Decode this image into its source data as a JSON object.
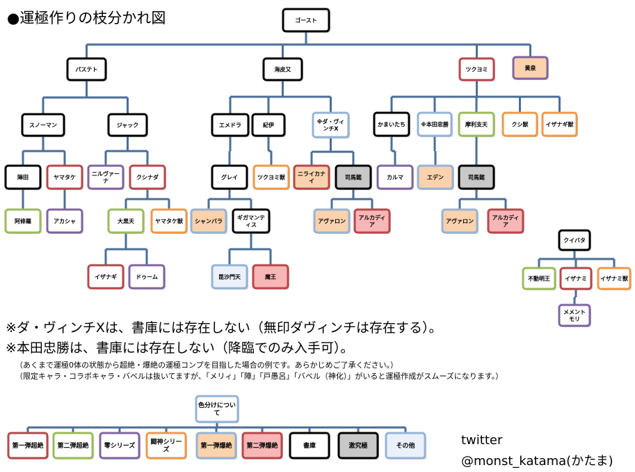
{
  "title": "●運極作りの枝分かれ図",
  "colors": {
    "line": "#4a6e98",
    "black": "#000000",
    "red": "#b8474b",
    "green": "#9bbb59",
    "purple": "#8064a2",
    "orange": "#f09848",
    "lightblue": "#95b3d7",
    "fill_white": "#ffffff",
    "fill_peach": "#fad2ad",
    "fill_pink": "#f8b6b6",
    "fill_gray": "#c8c8c8",
    "fill_ice": "#eaf1fb"
  },
  "nodes": [
    {
      "id": "ghost",
      "label": "ゴースト",
      "border": "black",
      "fill": "fill_white"
    },
    {
      "id": "pastet",
      "label": "パステト",
      "border": "black",
      "fill": "fill_white"
    },
    {
      "id": "umi",
      "label": "海皮又",
      "border": "black",
      "fill": "fill_white"
    },
    {
      "id": "tsukuyomi",
      "label": "ツクヨミ",
      "border": "red",
      "fill": "fill_white"
    },
    {
      "id": "oukou",
      "label": "黄泉",
      "border": "purple",
      "fill": "fill_peach"
    },
    {
      "id": "snowman",
      "label": "スノーマン",
      "border": "black",
      "fill": "fill_white"
    },
    {
      "id": "jack",
      "label": "ジャック",
      "border": "black",
      "fill": "fill_white"
    },
    {
      "id": "emedora",
      "label": "エメドラ",
      "border": "black",
      "fill": "fill_white"
    },
    {
      "id": "kii",
      "label": "紀伊",
      "border": "black",
      "fill": "fill_white"
    },
    {
      "id": "davinci",
      "label": "※ダ・ヴィンチX",
      "border": "lightblue",
      "fill": "fill_white"
    },
    {
      "id": "kamaitachi",
      "label": "かまいたち",
      "border": "black",
      "fill": "fill_white"
    },
    {
      "id": "honda",
      "label": "※本田忠勝",
      "border": "lightblue",
      "fill": "fill_white"
    },
    {
      "id": "marishiten",
      "label": "摩利支天",
      "border": "green",
      "fill": "fill_white"
    },
    {
      "id": "kushi",
      "label": "クシ獣",
      "border": "orange",
      "fill": "fill_white"
    },
    {
      "id": "izanagi_j",
      "label": "イザナギ獣",
      "border": "orange",
      "fill": "fill_white"
    },
    {
      "id": "jinden",
      "label": "陣田",
      "border": "black",
      "fill": "fill_white"
    },
    {
      "id": "yamatake",
      "label": "ヤマタケ",
      "border": "red",
      "fill": "fill_white"
    },
    {
      "id": "nirvana",
      "label": "ニルヴァーナ",
      "border": "purple",
      "fill": "fill_white"
    },
    {
      "id": "kushinada",
      "label": "クシナダ",
      "border": "red",
      "fill": "fill_white"
    },
    {
      "id": "grey",
      "label": "グレイ",
      "border": "black",
      "fill": "fill_white"
    },
    {
      "id": "tsukuyomi_j",
      "label": "ツクヨミ獣",
      "border": "orange",
      "fill": "fill_white"
    },
    {
      "id": "niraikanai",
      "label": "ニライカナイ",
      "border": "red",
      "fill": "fill_peach"
    },
    {
      "id": "shiba1",
      "label": "司馬懿",
      "border": "black",
      "fill": "fill_gray"
    },
    {
      "id": "karuma",
      "label": "カルマ",
      "border": "purple",
      "fill": "fill_white"
    },
    {
      "id": "eden",
      "label": "エデン",
      "border": "lightblue",
      "fill": "fill_peach"
    },
    {
      "id": "shiba2",
      "label": "司馬懿",
      "border": "black",
      "fill": "fill_gray"
    },
    {
      "id": "ashura",
      "label": "阿修羅",
      "border": "green",
      "fill": "fill_white"
    },
    {
      "id": "akasha",
      "label": "アカシャ",
      "border": "purple",
      "fill": "fill_white"
    },
    {
      "id": "daikokuten",
      "label": "大黒天",
      "border": "green",
      "fill": "fill_white"
    },
    {
      "id": "yamatake_j",
      "label": "ヤマタケ獣",
      "border": "orange",
      "fill": "fill_white"
    },
    {
      "id": "shambhala",
      "label": "シャンバラ",
      "border": "lightblue",
      "fill": "fill_peach"
    },
    {
      "id": "gigamantis",
      "label": "ギガマンティス",
      "border": "black",
      "fill": "fill_white"
    },
    {
      "id": "avalon1",
      "label": "アヴァロン",
      "border": "lightblue",
      "fill": "fill_peach"
    },
    {
      "id": "arcadia1",
      "label": "アルカディア",
      "border": "red",
      "fill": "fill_pink"
    },
    {
      "id": "avalon2",
      "label": "アヴァロン",
      "border": "lightblue",
      "fill": "fill_peach"
    },
    {
      "id": "arcadia2",
      "label": "アルカディア",
      "border": "red",
      "fill": "fill_pink"
    },
    {
      "id": "izanagi",
      "label": "イザナギ",
      "border": "red",
      "fill": "fill_white"
    },
    {
      "id": "doom",
      "label": "ドゥーム",
      "border": "purple",
      "fill": "fill_white"
    },
    {
      "id": "bishamon",
      "label": "毘沙門天",
      "border": "lightblue",
      "fill": "fill_ice"
    },
    {
      "id": "maou",
      "label": "魔王",
      "border": "red",
      "fill": "fill_pink"
    },
    {
      "id": "kuibata",
      "label": "クイバタ",
      "border": "black",
      "fill": "fill_white"
    },
    {
      "id": "fudou",
      "label": "不動明王",
      "border": "green",
      "fill": "fill_white"
    },
    {
      "id": "izanami",
      "label": "イザナミ",
      "border": "red",
      "fill": "fill_white"
    },
    {
      "id": "izanami_j",
      "label": "イザナミ獣",
      "border": "orange",
      "fill": "fill_white"
    },
    {
      "id": "mentori",
      "label": "メメントモリ",
      "border": "purple",
      "fill": "fill_white"
    }
  ],
  "edges": [
    [
      "ghost",
      [
        "pastet",
        "umi",
        "tsukuyomi",
        "oukou"
      ]
    ],
    [
      "pastet",
      [
        "snowman",
        "jack"
      ]
    ],
    [
      "umi",
      [
        "emedora",
        "kii",
        "davinci"
      ]
    ],
    [
      "tsukuyomi",
      [
        "kamaitachi",
        "honda",
        "marishiten",
        "kushi",
        "izanagi_j"
      ]
    ],
    [
      "snowman",
      [
        "jinden",
        "yamatake"
      ]
    ],
    [
      "jack",
      [
        "nirvana",
        "kushinada"
      ]
    ],
    [
      "emedora",
      [
        "grey"
      ]
    ],
    [
      "kii",
      [
        "tsukuyomi_j"
      ]
    ],
    [
      "davinci",
      [
        "niraikanai",
        "shiba1"
      ]
    ],
    [
      "kamaitachi",
      [
        "karuma"
      ]
    ],
    [
      "honda",
      [
        "eden"
      ]
    ],
    [
      "marishiten",
      [
        "shiba2"
      ]
    ],
    [
      "jinden",
      [
        "ashura"
      ]
    ],
    [
      "yamatake",
      [
        "akasha"
      ]
    ],
    [
      "kushinada",
      [
        "daikokuten",
        "yamatake_j"
      ]
    ],
    [
      "grey",
      [
        "shambhala",
        "gigamantis"
      ]
    ],
    [
      "shiba1",
      [
        "avalon1",
        "arcadia1"
      ]
    ],
    [
      "shiba2",
      [
        "avalon2",
        "arcadia2"
      ]
    ],
    [
      "daikokuten",
      [
        "izanagi",
        "doom"
      ]
    ],
    [
      "gigamantis",
      [
        "bishamon",
        "maou"
      ]
    ],
    [
      "kuibata",
      [
        "fudou",
        "izanami",
        "izanami_j"
      ]
    ],
    [
      "izanami",
      [
        "mentori"
      ]
    ]
  ],
  "notes": [
    "※ダ・ヴィンチXは、書庫には存在しない（無印ダヴィンチは存在する）。",
    "※本田忠勝は、書庫には存在しない（降臨でのみ入手可）。"
  ],
  "small_notes": [
    "（あくまで運極0体の状態から超絶・爆絶の運極コンプを目指した場合の例です。あらかじめご了承ください。）",
    "（限定キャラ・コラボキャラ・バベルは抜いてますが、「メリィ」「陣」「戸愚呂」「バベル（神化）」がいると運極作成がスムーズになります。）"
  ],
  "legend": {
    "root": {
      "label": "色分けについて",
      "border": "lightblue",
      "fill": "fill_white"
    },
    "items": [
      {
        "label": "第一弾超絶",
        "border": "red",
        "fill": "fill_white"
      },
      {
        "label": "第二弾超絶",
        "border": "green",
        "fill": "fill_white"
      },
      {
        "label": "零シリーズ",
        "border": "purple",
        "fill": "fill_white"
      },
      {
        "label": "闘神シリーズ",
        "border": "orange",
        "fill": "fill_white"
      },
      {
        "label": "第一弾爆絶",
        "border": "lightblue",
        "fill": "fill_peach"
      },
      {
        "label": "第二弾爆絶",
        "border": "red",
        "fill": "fill_pink"
      },
      {
        "label": "書庫",
        "border": "black",
        "fill": "fill_white"
      },
      {
        "label": "激究極",
        "border": "black",
        "fill": "fill_gray"
      },
      {
        "label": "その他",
        "border": "lightblue",
        "fill": "fill_ice"
      }
    ]
  },
  "credit": {
    "line1": "twitter",
    "line2": "@monst_katama(かたま)"
  }
}
